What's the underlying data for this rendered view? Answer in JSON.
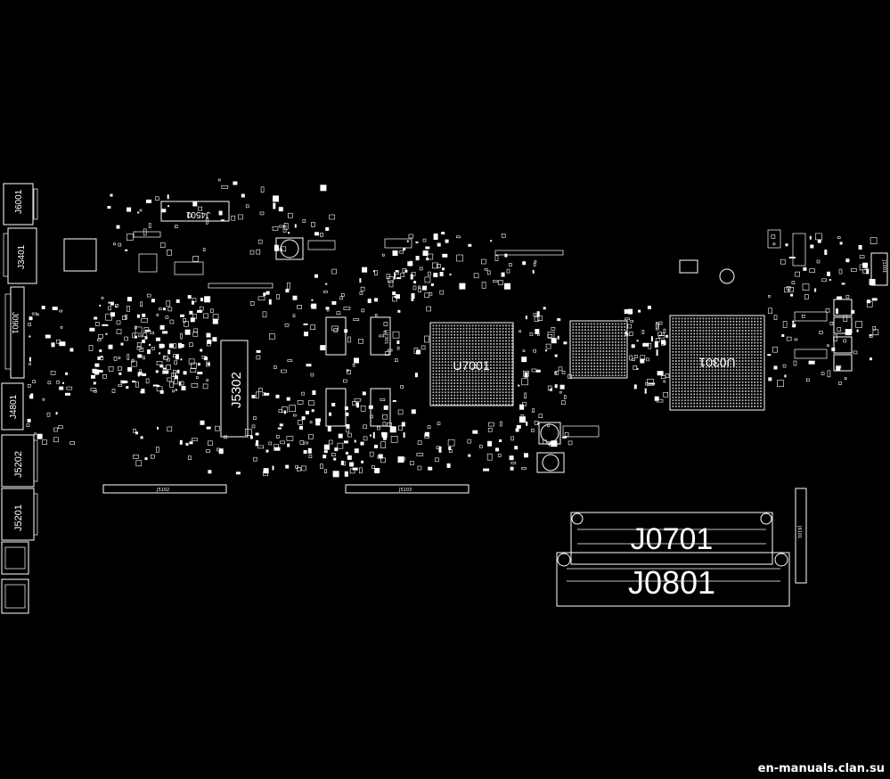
{
  "board": {
    "background": "#000000",
    "trace_color": "#ffffff",
    "large_labels": {
      "u7001": "U7001",
      "u0301": "U0301",
      "j5302": "J5302",
      "j0701": "J0701",
      "j0801": "J0801",
      "j6001": "J6001",
      "j3401": "J3401",
      "j0901": "J0901",
      "j4801": "J4801",
      "j5202": "J5202",
      "j5201": "J5201"
    },
    "small_labels": {
      "j4501": "J4501",
      "j5102": "J5102",
      "j5103": "J5103",
      "u7301": "U7301",
      "j1001": "J1001",
      "j6101": "J6101"
    }
  },
  "watermark": "en-manuals.clan.su"
}
